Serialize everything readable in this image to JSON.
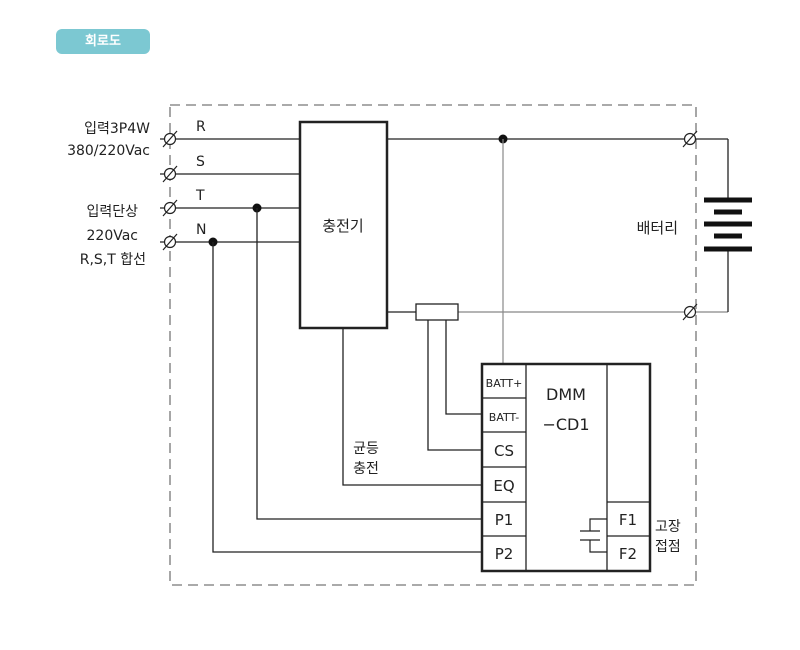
{
  "header": {
    "badge_label": "회로도"
  },
  "input_labels": {
    "three_phase_line1": "입력3P4W",
    "three_phase_line2": "380/220Vac",
    "single_phase_line1": "입력단상",
    "single_phase_line2": "220Vac",
    "single_phase_line3": "R,S,T 합선"
  },
  "phase_labels": {
    "r": "R",
    "s": "S",
    "t": "T",
    "n": "N"
  },
  "charger": {
    "label": "충전기"
  },
  "battery": {
    "label": "배터리"
  },
  "equalize": {
    "line1": "균등",
    "line2": "충전"
  },
  "dmm": {
    "title_line1": "DMM",
    "title_line2": "−CD1",
    "terminals": {
      "batt_plus": "BATT+",
      "batt_minus": "BATT-",
      "cs": "CS",
      "eq": "EQ",
      "p1": "P1",
      "p2": "P2",
      "f1": "F1",
      "f2": "F2"
    }
  },
  "fault_contact": {
    "line1": "고장",
    "line2": "접점"
  }
}
